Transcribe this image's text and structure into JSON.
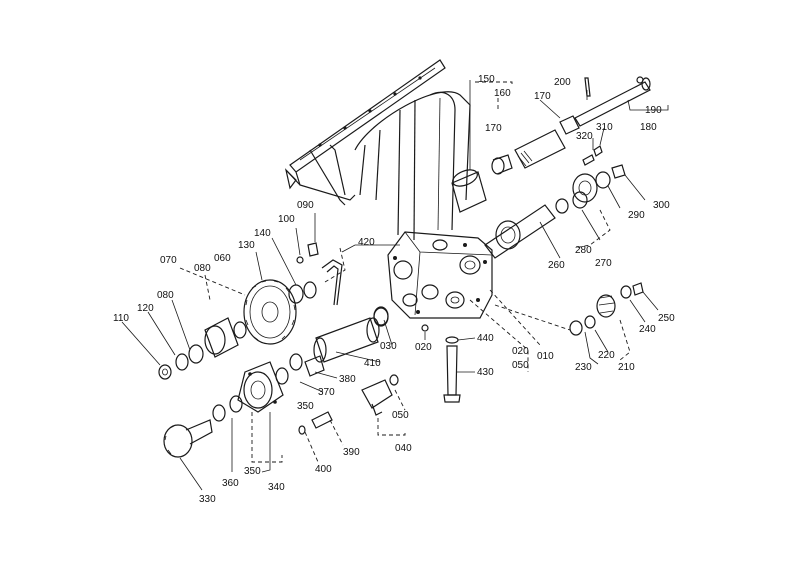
{
  "labels": {
    "p010": "010",
    "p020": "020",
    "p020b": "020",
    "p030": "030",
    "p040": "040",
    "p050": "050",
    "p050b": "050",
    "p060": "060",
    "p070": "070",
    "p080": "080",
    "p080b": "080",
    "p090": "090",
    "p100": "100",
    "p110": "110",
    "p120": "120",
    "p130": "130",
    "p140": "140",
    "p150": "150",
    "p160": "160",
    "p170": "170",
    "p170b": "170",
    "p180": "180",
    "p190": "190",
    "p200": "200",
    "p210": "210",
    "p220": "220",
    "p230": "230",
    "p240": "240",
    "p250": "250",
    "p260": "260",
    "p270": "270",
    "p280": "280",
    "p290": "290",
    "p300": "300",
    "p310": "310",
    "p320": "320",
    "p330": "330",
    "p340": "340",
    "p350": "350",
    "p350b": "350",
    "p360": "360",
    "p370": "370",
    "p380": "380",
    "p390": "390",
    "p400": "400",
    "p410": "410",
    "p420": "420",
    "p430": "430",
    "p440": "440"
  }
}
